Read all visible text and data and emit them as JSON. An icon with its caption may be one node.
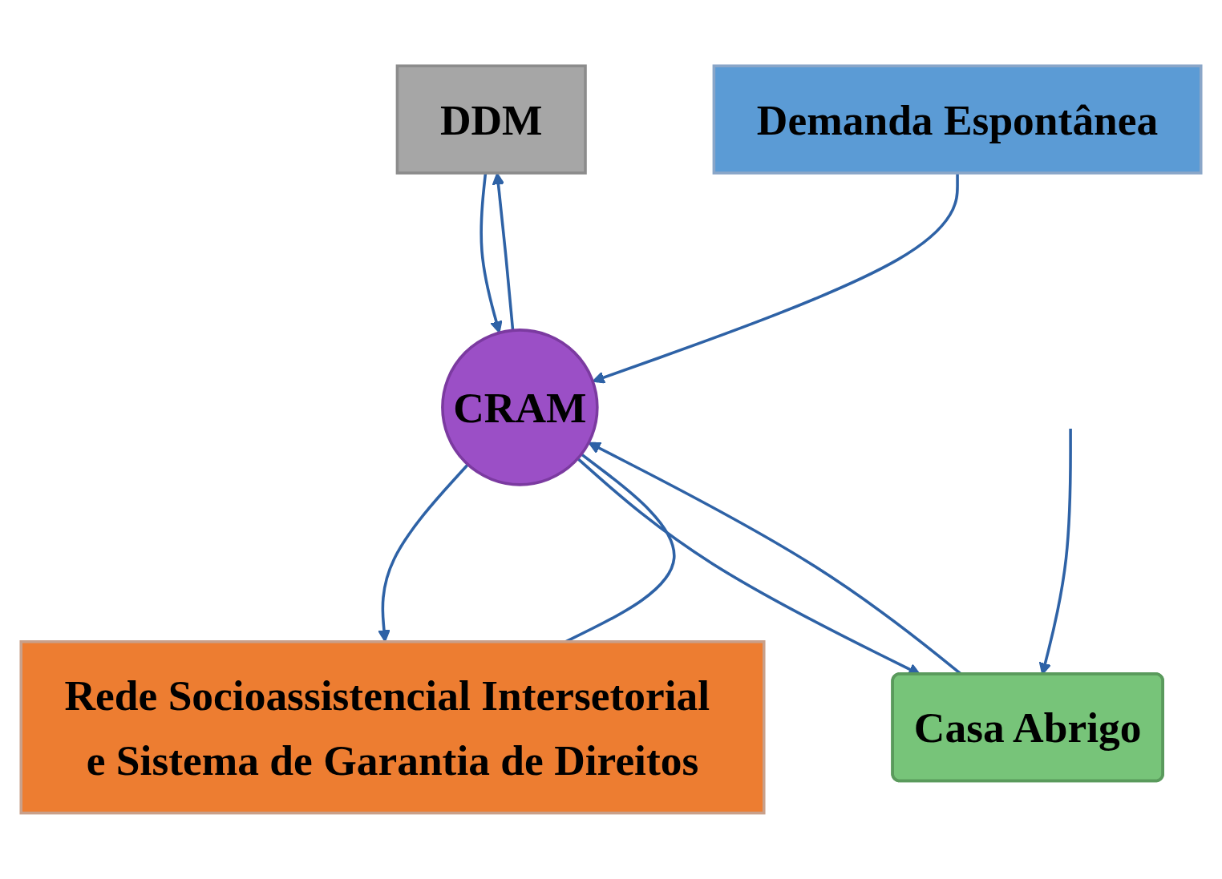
{
  "diagram": {
    "nodes": [
      {
        "text": [
          "DDM"
        ]
      },
      {
        "text": [
          "Rede Socioassistencial Intersetorial e Sistema de Garantia de Direitos"
        ]
      },
      {
        "text": [
          "Demanda Espontânea"
        ]
      },
      {
        "text": [
          "Casa Abrigo"
        ]
      },
      {
        "text": [
          "CRAM"
        ]
      }
    ],
    "edges": [
      {
        "from": 4,
        "to": 1,
        "arrow": "to"
      },
      {
        "from": 1,
        "to": 4,
        "arrow": "none"
      },
      {
        "from": 0,
        "to": 4,
        "arrow": "to"
      },
      {
        "from": 4,
        "to": 0,
        "arrow": "to"
      },
      {
        "from": 2,
        "to": 4,
        "arrow": "to"
      },
      {
        "from": 4,
        "to": 3,
        "arrow": "to"
      },
      {
        "from": 3,
        "to": 4,
        "arrow": "to"
      },
      {
        "from": null,
        "to": 3,
        "arrow": "to"
      }
    ]
  }
}
